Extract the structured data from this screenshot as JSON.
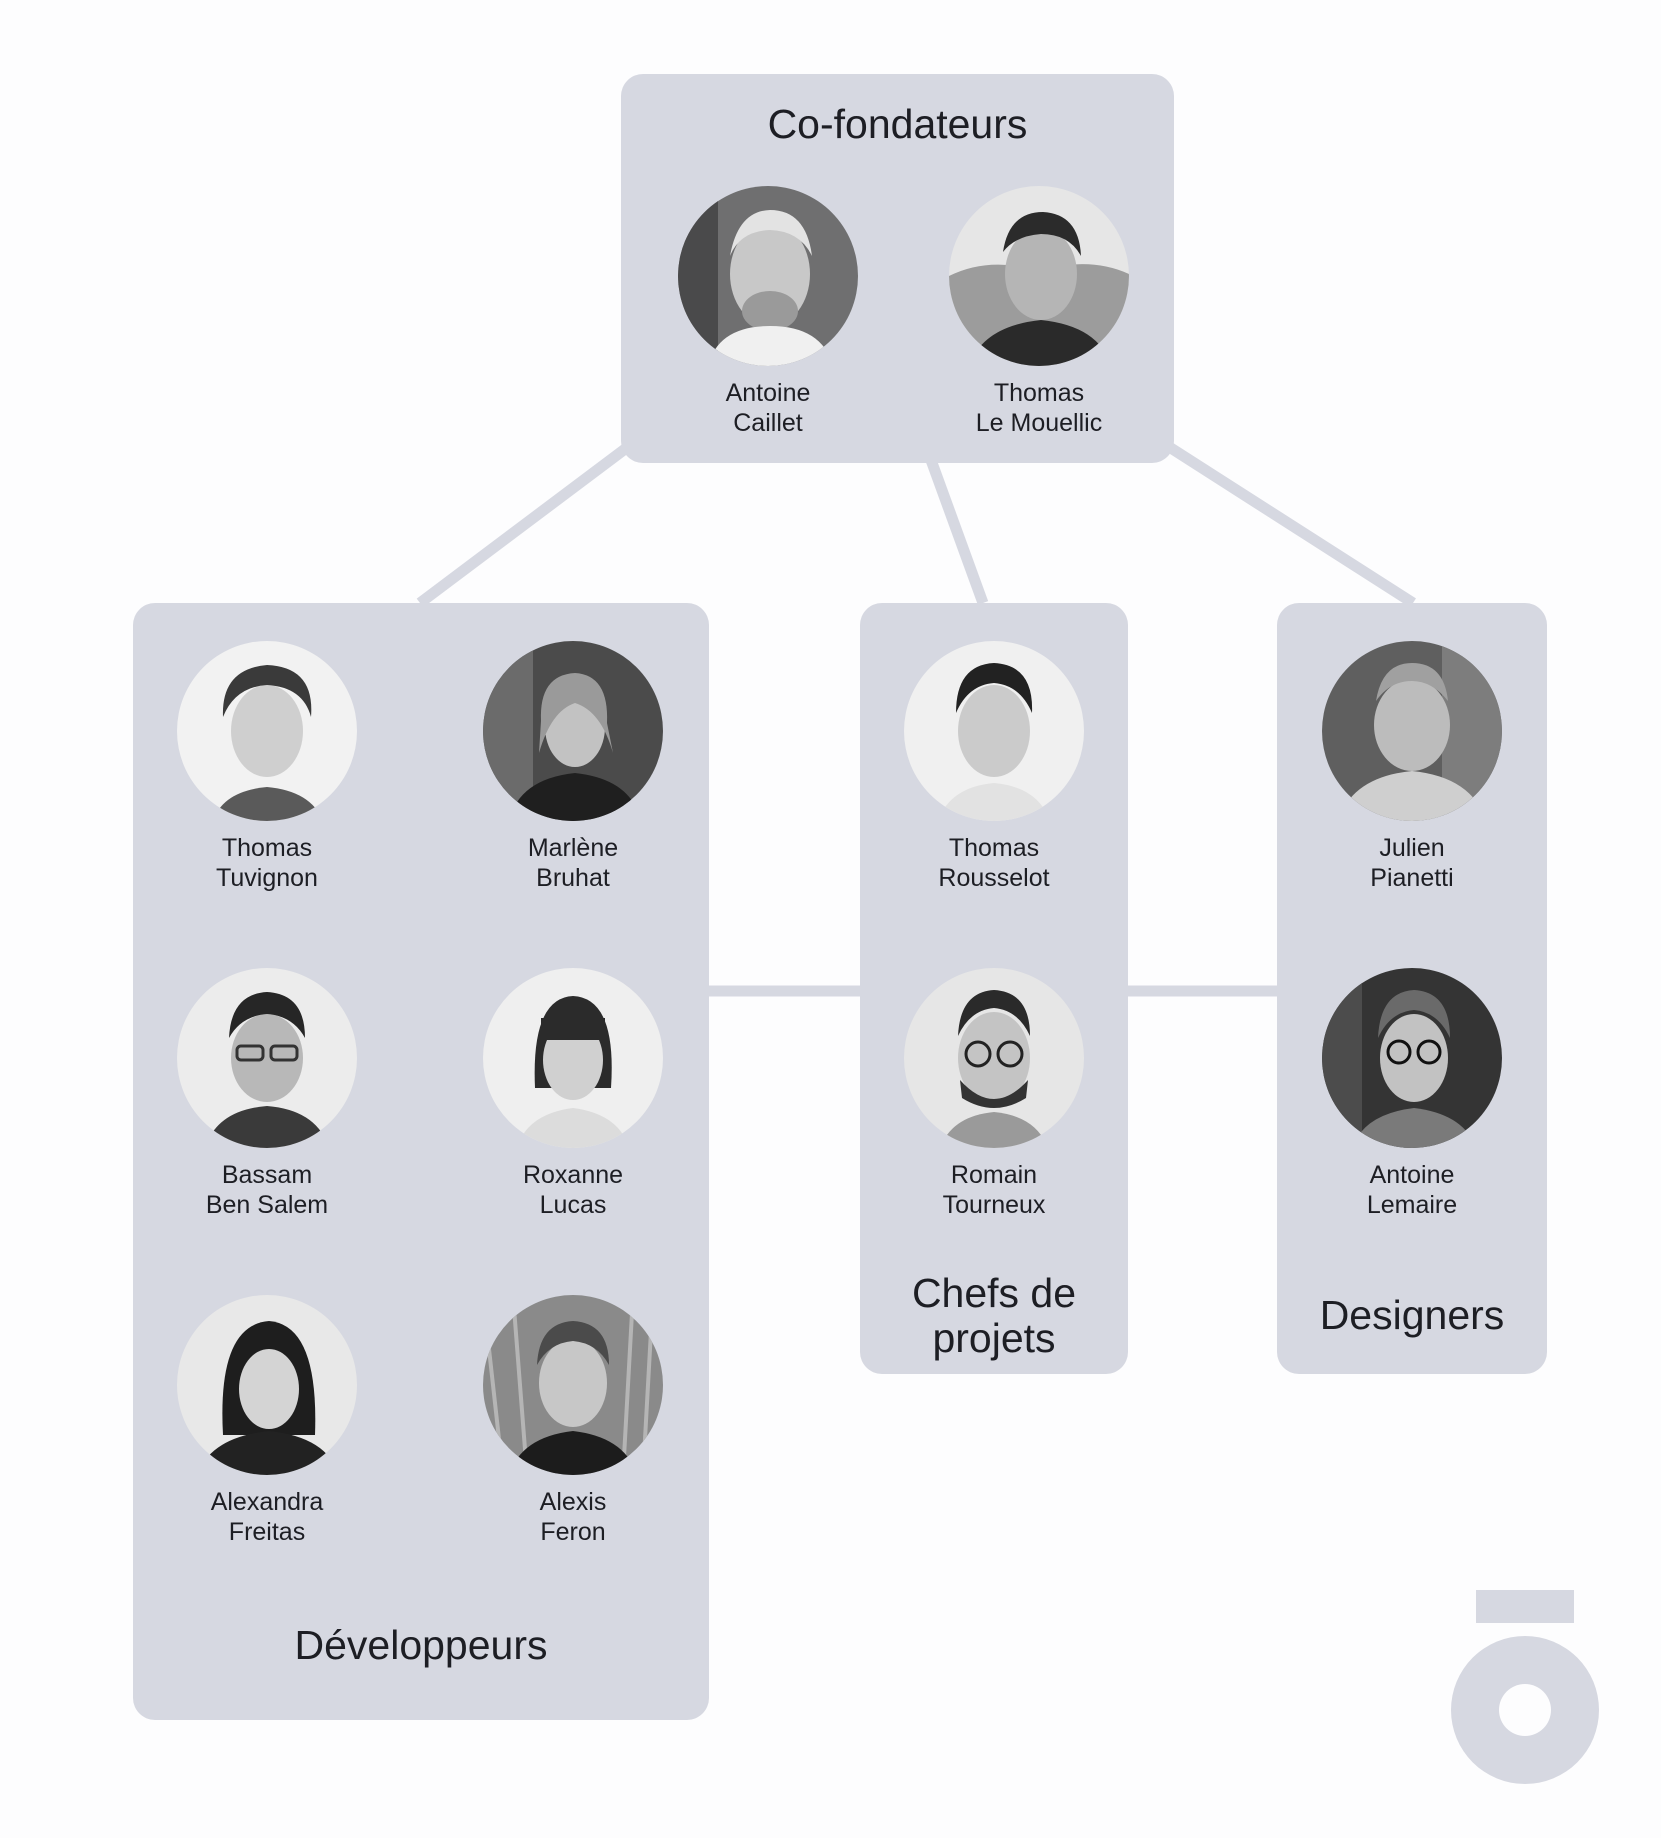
{
  "colors": {
    "background": "#fdfdfe",
    "panel": "#d6d8e1",
    "connector": "#d6d8e1",
    "text": "#1d1e24"
  },
  "teams": {
    "cofounders": {
      "title": "Co-fondateurs",
      "members": [
        {
          "name": "Antoine\nCaillet"
        },
        {
          "name": "Thomas\nLe Mouellic"
        }
      ]
    },
    "developers": {
      "title": "Développeurs",
      "members": [
        {
          "name": "Thomas\nTuvignon"
        },
        {
          "name": "Marlène\nBruhat"
        },
        {
          "name": "Bassam\nBen Salem"
        },
        {
          "name": "Roxanne\nLucas"
        },
        {
          "name": "Alexandra\nFreitas"
        },
        {
          "name": "Alexis\nFeron"
        }
      ]
    },
    "project_managers": {
      "title": "Chefs de\nprojets",
      "members": [
        {
          "name": "Thomas\nRousselot"
        },
        {
          "name": "Romain\nTourneux"
        }
      ]
    },
    "designers": {
      "title": "Designers",
      "members": [
        {
          "name": "Julien\nPianetti"
        },
        {
          "name": "Antoine\nLemaire"
        }
      ]
    }
  },
  "logo": {
    "icon": "brand-logo-icon"
  }
}
